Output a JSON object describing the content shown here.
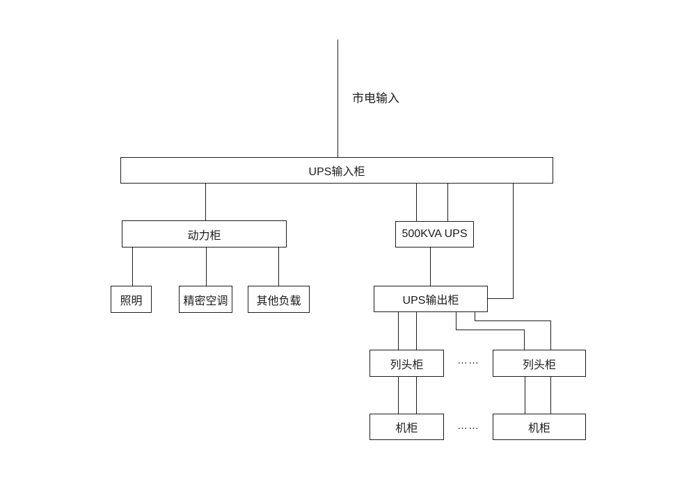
{
  "diagram": {
    "type": "power-distribution-block-diagram",
    "background_color": "#ffffff",
    "line_color": "#1a1a1a",
    "text_color": "#1a1a1a",
    "labels": {
      "mains_input": "市电输入",
      "ups_input_cabinet": "UPS输入柜",
      "power_cabinet": "动力柜",
      "lighting": "照明",
      "precision_ac": "精密空调",
      "other_loads": "其他负载",
      "ups_500kva": "500KVA UPS",
      "ups_output_cabinet": "UPS输出柜",
      "row_head_cabinet": "列头柜",
      "rack": "机柜",
      "ellipsis": "……"
    },
    "structure": {
      "root": "mains_input",
      "edges": [
        [
          "mains_input",
          "ups_input_cabinet"
        ],
        [
          "ups_input_cabinet",
          "power_cabinet"
        ],
        [
          "power_cabinet",
          "lighting"
        ],
        [
          "power_cabinet",
          "precision_ac"
        ],
        [
          "power_cabinet",
          "other_loads"
        ],
        [
          "ups_input_cabinet",
          "ups_500kva"
        ],
        [
          "ups_input_cabinet",
          "ups_output_cabinet (bypass)"
        ],
        [
          "ups_500kva",
          "ups_output_cabinet"
        ],
        [
          "ups_output_cabinet",
          "row_head_cabinet_left"
        ],
        [
          "ups_output_cabinet",
          "row_head_cabinet_right"
        ],
        [
          "row_head_cabinet_left",
          "rack_left"
        ],
        [
          "row_head_cabinet_right",
          "rack_right"
        ]
      ]
    }
  }
}
